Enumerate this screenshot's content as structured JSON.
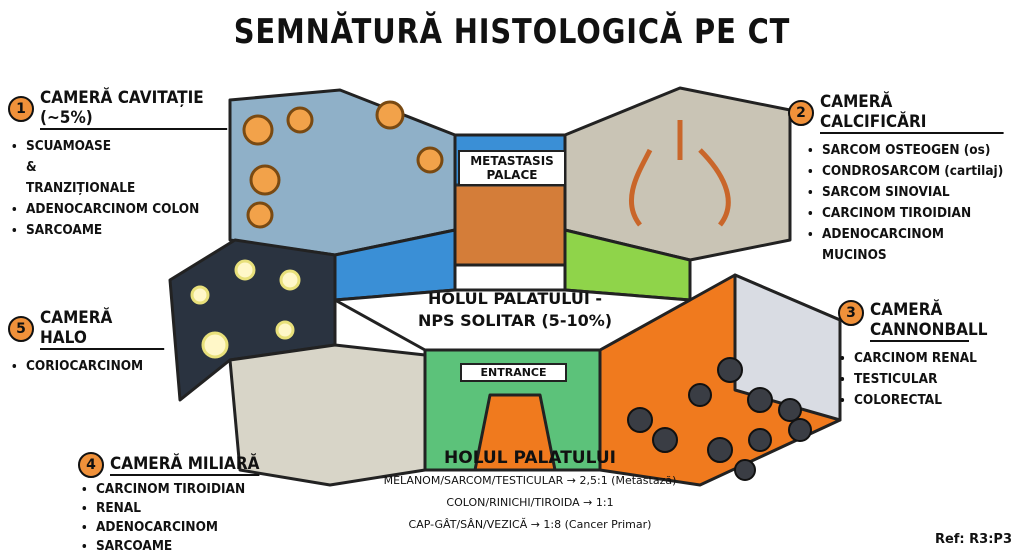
{
  "title": "SEMNĂTURĂ HISTOLOGICĂ PE CT",
  "rooms": [
    {
      "number": "1",
      "title": "CAMERĂ CAVITAȚIE (~5%)",
      "items": [
        "SCUAMOASE & TRANZIȚIONALE",
        "ADENOCARCINOM COLON",
        "SARCOAME"
      ]
    },
    {
      "number": "2",
      "title": "CAMERĂ CALCIFICĂRI",
      "items": [
        "SARCOM OSTEOGEN (os)",
        "CONDROSARCOM (cartilaj)",
        "SARCOM SINOVIAL",
        "CARCINOM TIROIDIAN",
        "ADENOCARCINOM MUCINOS"
      ]
    },
    {
      "number": "3",
      "title": "CAMERĂ CANNONBALL",
      "items": [
        "CARCINOM RENAL",
        "TESTICULAR",
        "COLORECTAL"
      ]
    },
    {
      "number": "4",
      "title": "CAMERĂ MILIARĂ",
      "items": [
        "CARCINOM TIROIDIAN",
        "RENAL",
        "ADENOCARCINOM",
        "SARCOAME"
      ]
    },
    {
      "number": "5",
      "title": "CAMERĂ HALO",
      "items": [
        "CORIOCARCINOM"
      ]
    }
  ],
  "signs": {
    "palace": "METASTASIS PALACE",
    "entrance": "ENTRANCE"
  },
  "hall_center": "HOLUL PALATULUI - NPS SOLITAR (5-10%)",
  "hall": {
    "title": "HOLUL PALATULUI",
    "lines": [
      "MELANOM/SARCOM/TESTICULAR → 2,5:1 (Metastază)",
      "COLON/RINICHI/TIROIDA → 1:1",
      "CAP-GÂT/SÂN/VEZICĂ → 1:8 (Cancer Primar)"
    ]
  },
  "ref": "Ref: R3:P3",
  "colors": {
    "accent": "#f0913a",
    "blue": "#3a8fd6",
    "green": "#5cc27a",
    "orange": "#f07a1e",
    "lime": "#8fd44a"
  }
}
